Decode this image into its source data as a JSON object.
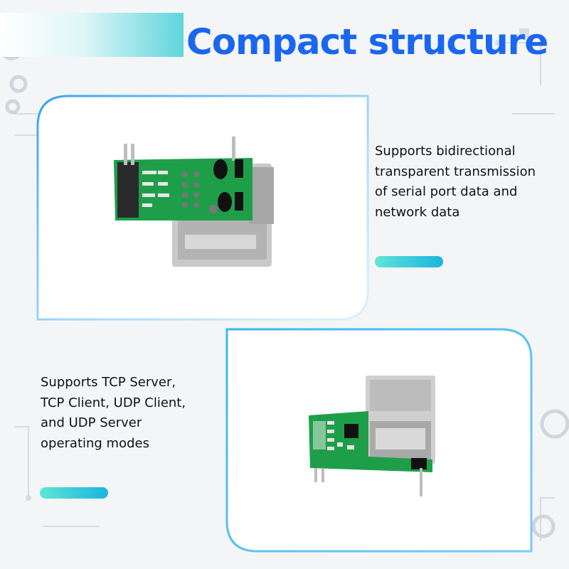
{
  "title": "Compact structure",
  "features": {
    "first": {
      "lines": [
        "Supports bidirectional",
        "transparent transmission",
        "of serial port data and",
        "network data"
      ]
    },
    "second": {
      "lines": [
        "Supports TCP Server,",
        "TCP Client, UDP Client,",
        "and UDP Server",
        "operating modes"
      ]
    }
  },
  "colors": {
    "title": "#1a66f0",
    "accent_start": "#5ee6d6",
    "accent_end": "#1bb4e0",
    "pcb_green": "#1f9e4a",
    "metal": "#c9c9c9"
  },
  "icons": [
    "gear-icon",
    "circuit-trace-decoration"
  ]
}
